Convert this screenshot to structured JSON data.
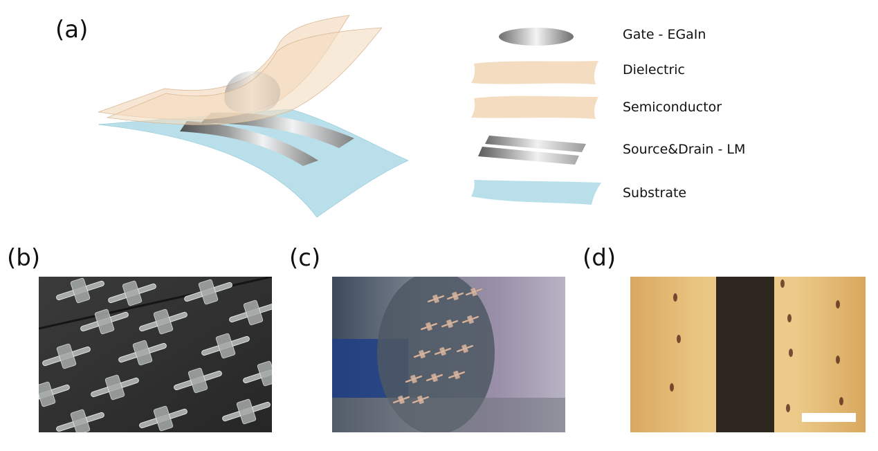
{
  "panels": {
    "a": "(a)",
    "b": "(b)",
    "c": "(c)",
    "d": "(d)"
  },
  "legend": [
    {
      "label": "Gate - EGaIn",
      "icon": "gate-egain-icon"
    },
    {
      "label": "Dielectric",
      "icon": "dielectric-layer-icon"
    },
    {
      "label": "Semiconductor",
      "icon": "semiconductor-layer-icon"
    },
    {
      "label": "Source&Drain - LM",
      "icon": "source-drain-icon"
    },
    {
      "label": "Substrate",
      "icon": "substrate-layer-icon"
    }
  ],
  "colors": {
    "dielectric": "#f4dcc0",
    "semiconductor": "#f4dcc0",
    "substrate": "#b9e0ea",
    "metal_dark": "#5a5a5a",
    "metal_light": "#f2f2f2",
    "photo_b_bg": "#2f302f",
    "photo_c_bg": "#5e6a7a",
    "photo_d_bg": "#e2b770",
    "photo_d_channel": "#2e2720"
  }
}
